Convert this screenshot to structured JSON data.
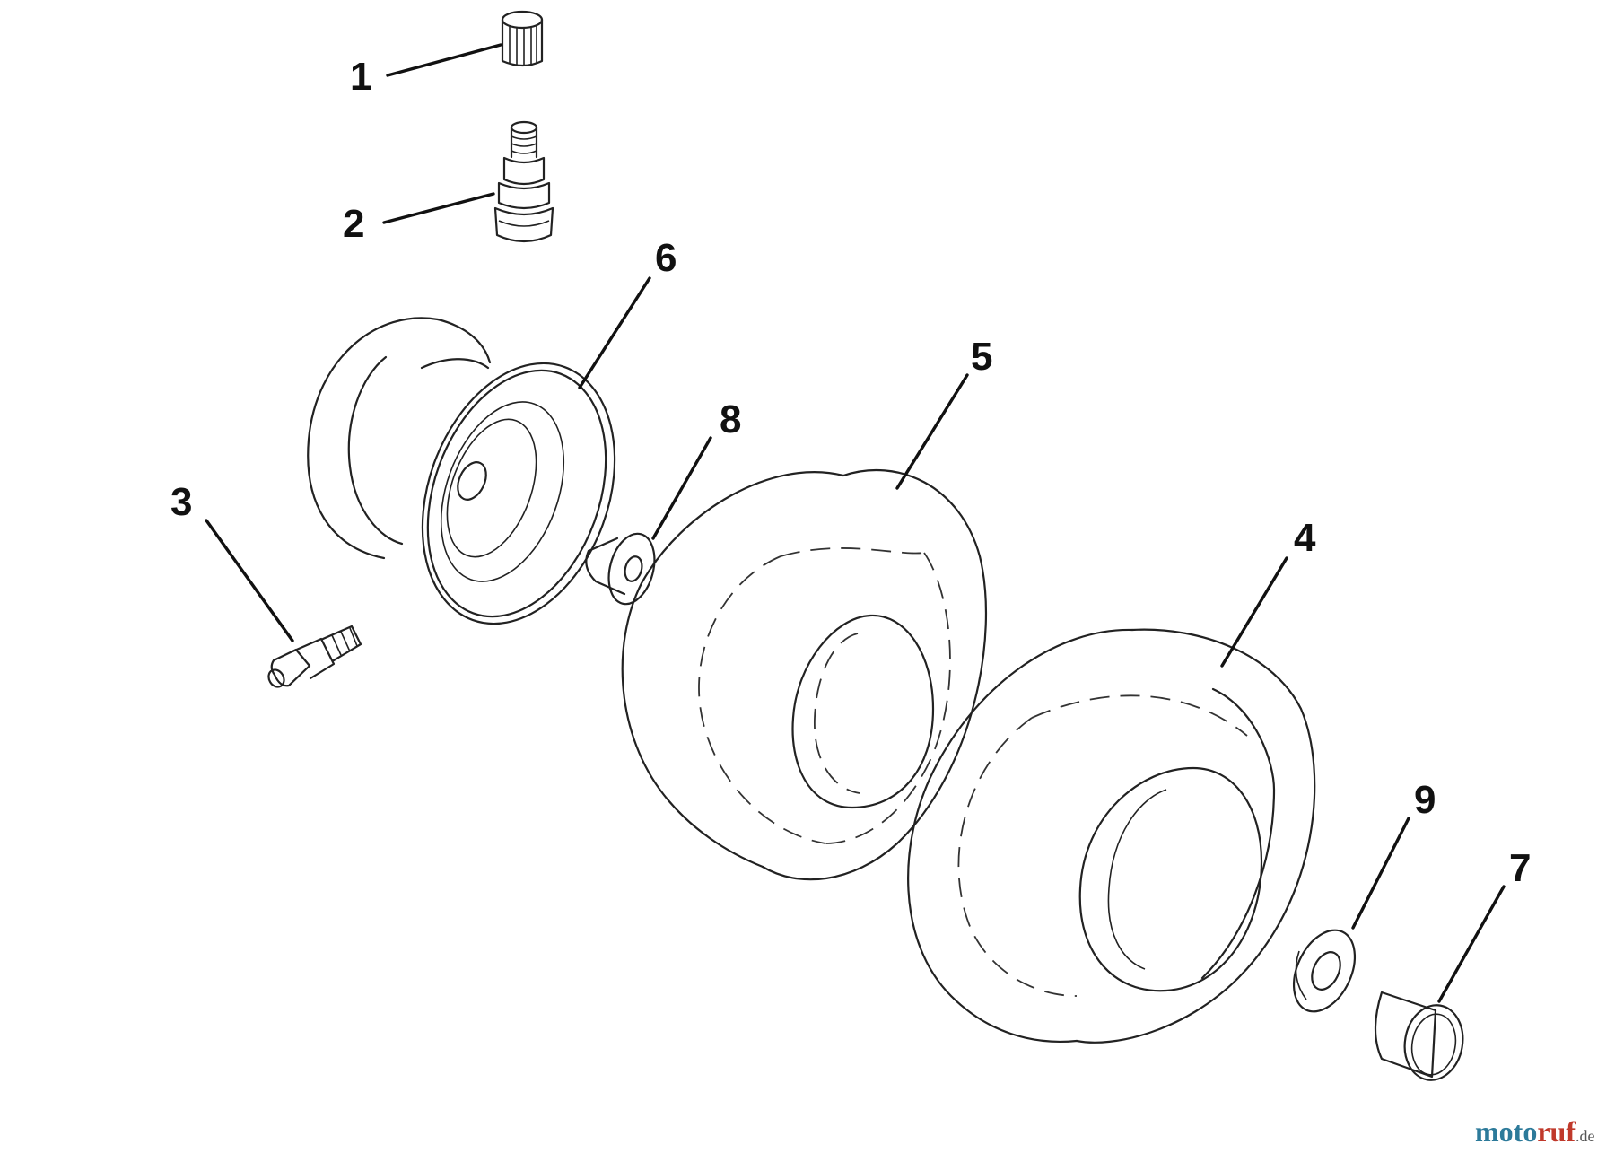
{
  "parts": [
    {
      "number": "1",
      "icon": "valve-cap-icon"
    },
    {
      "number": "2",
      "icon": "valve-stem-icon"
    },
    {
      "number": "3",
      "icon": "grease-fitting-icon"
    },
    {
      "number": "4",
      "icon": "tire-icon"
    },
    {
      "number": "5",
      "icon": "tire-icon"
    },
    {
      "number": "6",
      "icon": "wheel-rim-icon"
    },
    {
      "number": "7",
      "icon": "hub-cap-icon"
    },
    {
      "number": "8",
      "icon": "bushing-icon"
    },
    {
      "number": "9",
      "icon": "washer-icon"
    }
  ],
  "watermark": {
    "part_a": "moto",
    "part_b": "ruf",
    "part_c": ".de",
    "colors": {
      "part_a": "#2c7a9a",
      "part_b": "#c0392b"
    }
  }
}
